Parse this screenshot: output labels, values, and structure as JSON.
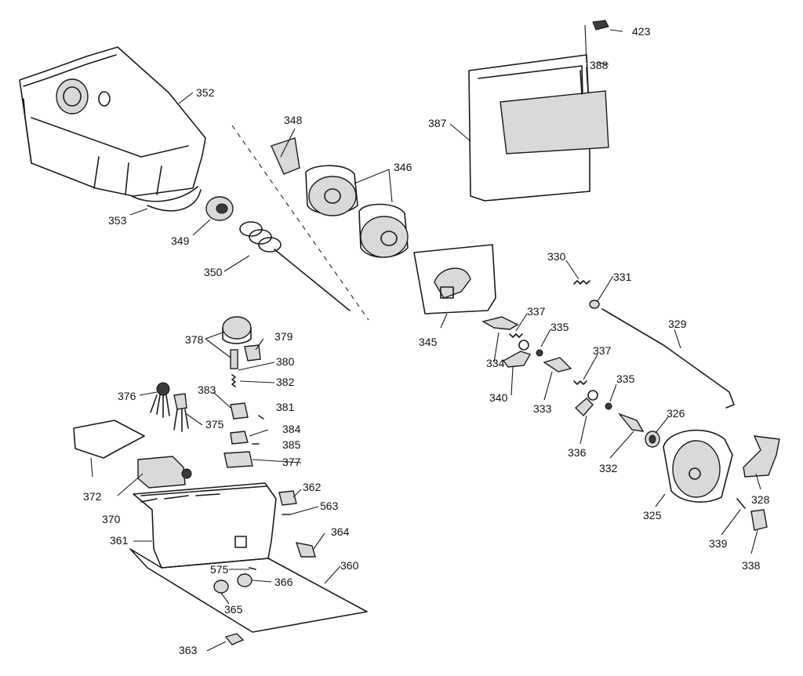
{
  "callouts": {
    "c423": "423",
    "c388": "388",
    "c387": "387",
    "c352": "352",
    "c348": "348",
    "c346": "346",
    "c353": "353",
    "c349": "349",
    "c350": "350",
    "c345": "345",
    "c330": "330",
    "c331": "331",
    "c329": "329",
    "c337a": "337",
    "c335a": "335",
    "c334": "334",
    "c340": "340",
    "c333": "333",
    "c337b": "337",
    "c335b": "335",
    "c336": "336",
    "c332": "332",
    "c326": "326",
    "c325": "325",
    "c328": "328",
    "c339": "339",
    "c338": "338",
    "c378": "378",
    "c379": "379",
    "c380": "380",
    "c382": "382",
    "c383": "383",
    "c381": "381",
    "c384": "384",
    "c385": "385",
    "c377": "377",
    "c376": "376",
    "c375": "375",
    "c372": "372",
    "c370": "370",
    "c362": "362",
    "c563": "563",
    "c361": "361",
    "c364": "364",
    "c575": "575",
    "c366": "366",
    "c360": "360",
    "c365": "365",
    "c363": "363"
  }
}
